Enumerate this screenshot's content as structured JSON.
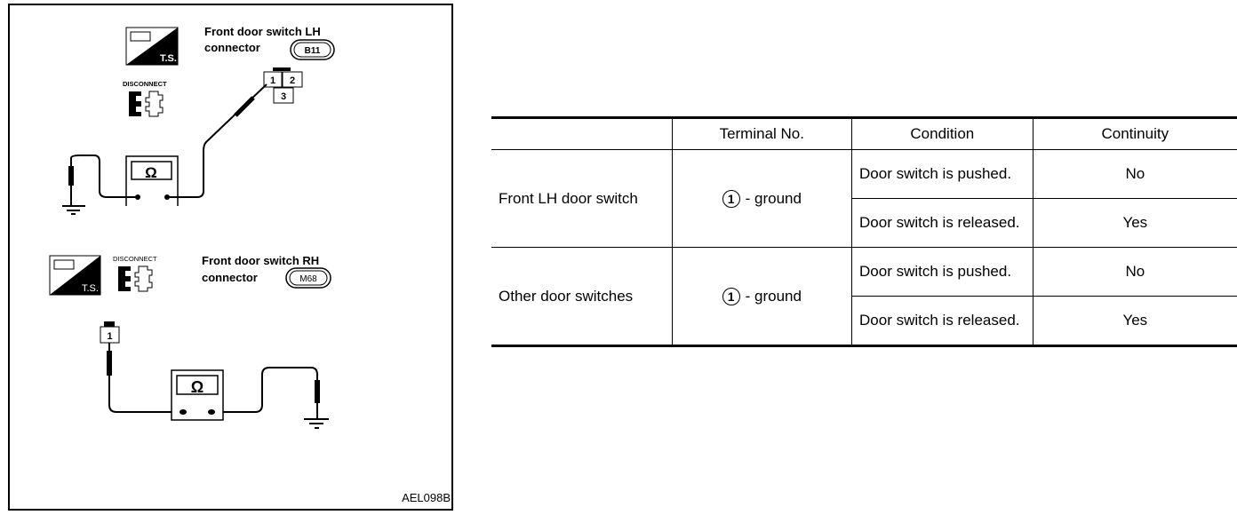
{
  "diagram": {
    "lh": {
      "title_line1": "Front door switch LH",
      "title_line2": "connector",
      "connector_id": "B11",
      "pins": [
        "1",
        "2",
        "3"
      ],
      "ts_label": "T.S.",
      "disconnect_label": "DISCONNECT",
      "meter_symbol": "Ω"
    },
    "rh": {
      "title_line1": "Front door switch RH",
      "title_line2": "connector",
      "connector_id": "M68",
      "pins": [
        "1"
      ],
      "ts_label": "T.S.",
      "disconnect_label": "DISCONNECT",
      "meter_symbol": "Ω"
    },
    "figure_code": "AEL098B"
  },
  "table": {
    "headers": [
      "",
      "Terminal No.",
      "Condition",
      "Continuity"
    ],
    "groups": [
      {
        "item": "Front LH door switch",
        "terminal_pin": "1",
        "terminal_rest": "- ground",
        "rows": [
          {
            "condition": "Door switch is pushed.",
            "continuity": "No"
          },
          {
            "condition": "Door switch is released.",
            "continuity": "Yes"
          }
        ]
      },
      {
        "item": "Other door switches",
        "terminal_pin": "1",
        "terminal_rest": "- ground",
        "rows": [
          {
            "condition": "Door switch is pushed.",
            "continuity": "No"
          },
          {
            "condition": "Door switch is released.",
            "continuity": "Yes"
          }
        ]
      }
    ]
  }
}
